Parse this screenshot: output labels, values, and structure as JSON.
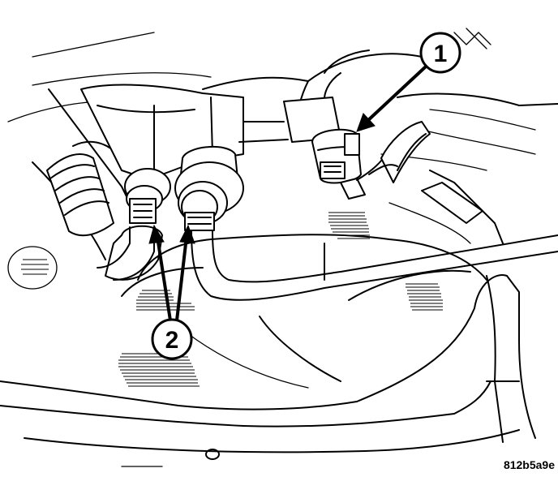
{
  "callouts": {
    "one": {
      "label": "1"
    },
    "two": {
      "label": "2"
    }
  },
  "figure_id": "812b5a9e"
}
